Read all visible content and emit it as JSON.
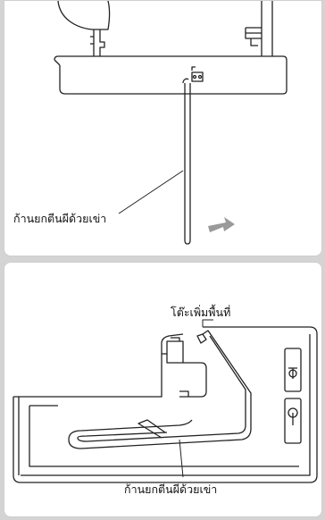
{
  "top_panel": {
    "knee_lifter_label": "ก้านยกตีนผีด้วยเข่า"
  },
  "bottom_panel": {
    "extension_table_label": "โต๊ะเพิ่มพื้นที่",
    "knee_lifter_label": "ก้านยกตีนผีด้วยเข่า"
  },
  "colors": {
    "frame": "#d4d4d4",
    "panel": "#ffffff",
    "line": "#222222",
    "arrow": "#9a9a9a"
  }
}
